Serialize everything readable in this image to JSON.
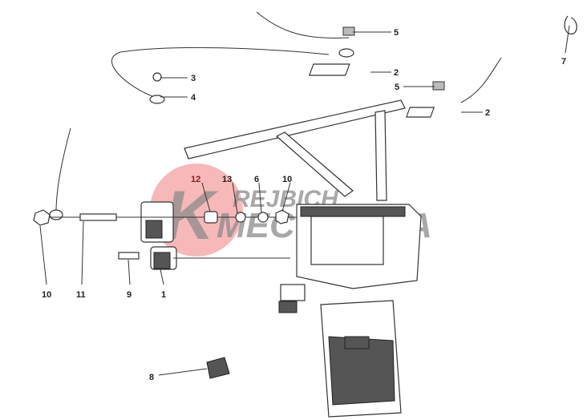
{
  "diagram": {
    "watermark": {
      "line1": "REJBICH",
      "line2": "MECCANICA",
      "letter": "K",
      "color": "#e84a4a"
    },
    "callouts": [
      {
        "id": "c5a",
        "label": "5"
      },
      {
        "id": "c2a",
        "label": "2"
      },
      {
        "id": "c3",
        "label": "3"
      },
      {
        "id": "c4",
        "label": "4"
      },
      {
        "id": "c5b",
        "label": "5"
      },
      {
        "id": "c2b",
        "label": "2"
      },
      {
        "id": "c7",
        "label": "7"
      },
      {
        "id": "c12",
        "label": "12"
      },
      {
        "id": "c13",
        "label": "13"
      },
      {
        "id": "c6",
        "label": "6"
      },
      {
        "id": "c10a",
        "label": "10"
      },
      {
        "id": "c10b",
        "label": "10"
      },
      {
        "id": "c11",
        "label": "11"
      },
      {
        "id": "c9",
        "label": "9"
      },
      {
        "id": "c1",
        "label": "1"
      },
      {
        "id": "c8",
        "label": "8"
      }
    ]
  }
}
